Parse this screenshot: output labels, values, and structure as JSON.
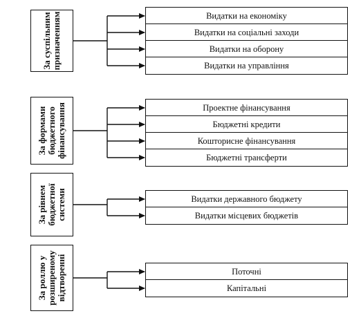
{
  "groups": [
    {
      "label_lines": [
        "За суспільним",
        "призначенням"
      ],
      "items": [
        "Видатки на економіку",
        "Видатки на соціальні заходи",
        "Видатки на оборону",
        "Видатки на управління"
      ]
    },
    {
      "label_lines": [
        "За формами",
        "бюджетного",
        "фінансування"
      ],
      "items": [
        "Проектне фінансування",
        "Бюджетні кредити",
        "Кошторисне фінансування",
        "Бюджетні трансферти"
      ]
    },
    {
      "label_lines": [
        "За рівнем",
        "бюджетної",
        "системи"
      ],
      "items": [
        "Видатки державного бюджету",
        "Видатки місцевих бюджетів"
      ]
    },
    {
      "label_lines": [
        "За роллю у",
        "розширеному",
        "відтворенні"
      ],
      "items": [
        "Поточні",
        "Капітальні"
      ]
    }
  ]
}
